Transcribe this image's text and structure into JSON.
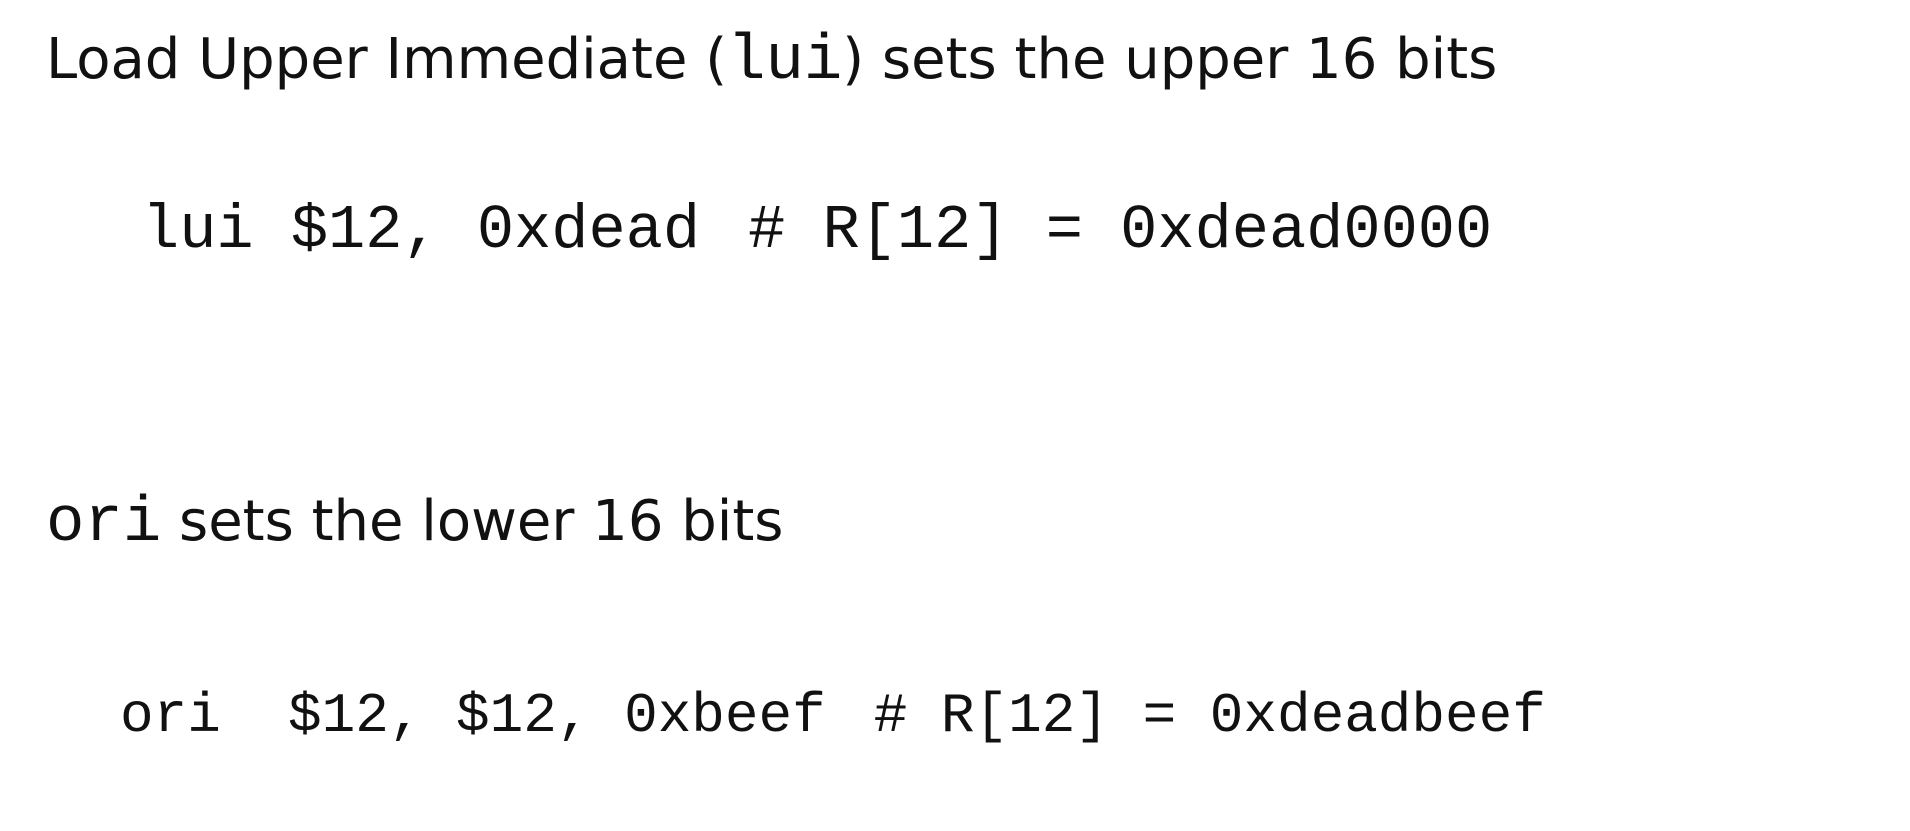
{
  "sections": [
    {
      "heading_pre": "Load Upper Immediate (",
      "heading_code": "lui",
      "heading_post": ") sets the upper 16 bits",
      "code": "lui $12, 0xdead",
      "comment": "# R[12] = 0xdead0000"
    },
    {
      "heading_pre": "",
      "heading_code": "ori",
      "heading_post": " sets the lower 16 bits",
      "code": "ori  $12, $12, 0xbeef",
      "comment": "# R[12] = 0xdeadbeef"
    }
  ]
}
